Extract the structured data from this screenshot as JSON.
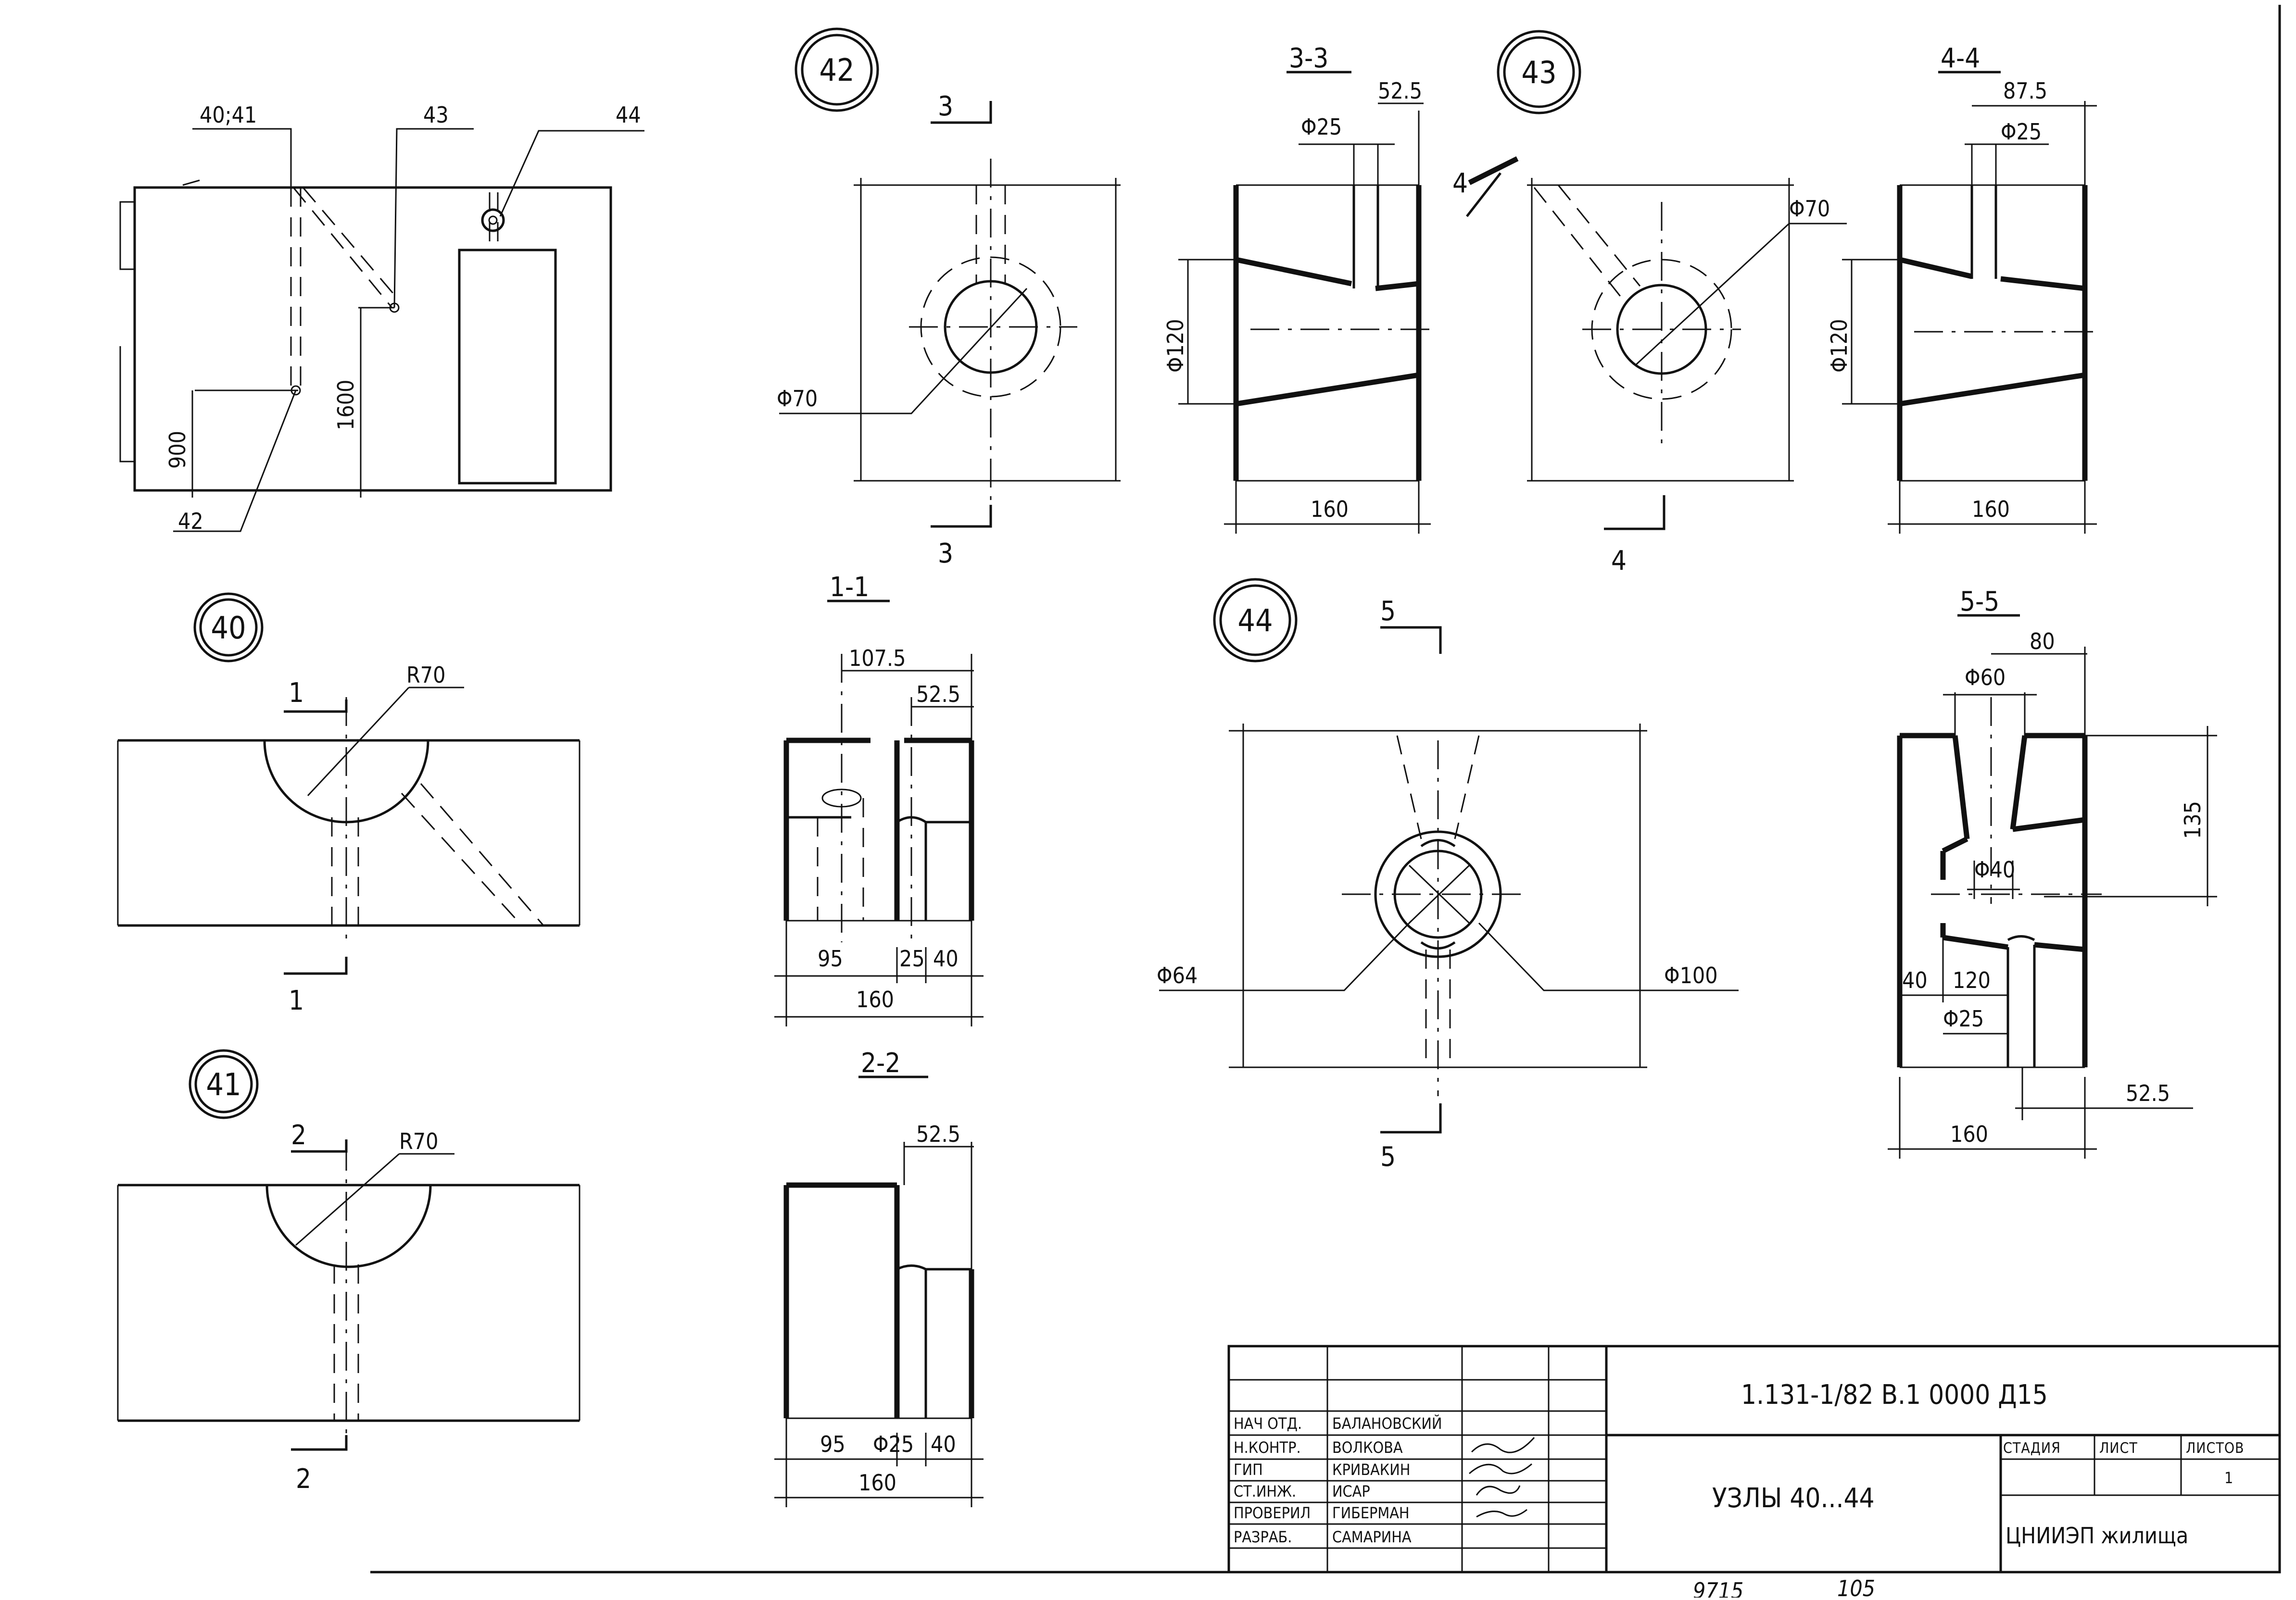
{
  "nodes": {
    "n40": "40",
    "n41": "41",
    "n42": "42",
    "n43": "43",
    "n44": "44"
  },
  "overview": {
    "leader_40_41": "40;41",
    "leader_43": "43",
    "leader_44": "44",
    "leader_42": "42",
    "dim_900": "900",
    "dim_1600": "1600"
  },
  "node40": {
    "section_mark": "1",
    "radius": "R70"
  },
  "node41": {
    "section_mark": "2",
    "radius": "R70"
  },
  "node42": {
    "section_mark": "3",
    "diameter": "Φ70"
  },
  "node43": {
    "section_mark": "4",
    "diameter": "Φ70"
  },
  "node44": {
    "section_mark": "5",
    "d_left": "Φ64",
    "d_right": "Φ100"
  },
  "sec11": {
    "title": "1-1",
    "d1": "107.5",
    "d2": "52.5",
    "b1": "95",
    "b2": "25",
    "b3": "40",
    "total": "160"
  },
  "sec22": {
    "title": "2-2",
    "d2": "52.5",
    "b1": "95",
    "b2": "Φ25",
    "b3": "40",
    "total": "160"
  },
  "sec33": {
    "title": "3-3",
    "d_top": "52.5",
    "d_hole": "Φ25",
    "d_side": "Φ120",
    "total": "160"
  },
  "sec44": {
    "title": "4-4",
    "d_top": "87.5",
    "d_hole": "Φ25",
    "d_side": "Φ120",
    "total": "160"
  },
  "sec55": {
    "title": "5-5",
    "d_top": "80",
    "d_60": "Φ60",
    "d_40": "Φ40",
    "d_135": "135",
    "d_40l": "40",
    "d_120": "120",
    "d_25": "Φ25",
    "d_525": "52.5",
    "total": "160"
  },
  "titleblock": {
    "doc_code": "1.131-1/82 В.1 0000 Д15",
    "title": "УЗЛЫ 40...44",
    "org": "ЦНИИЭП жилища",
    "stage_label": "СТАДИЯ",
    "sheet_label": "ЛИСТ",
    "sheets_label": "ЛИСТОВ",
    "sheets_value": "1",
    "roles": [
      {
        "role": "НАЧ ОТД.",
        "name": "БАЛАНОВСКИЙ"
      },
      {
        "role": "Н.КОНТР.",
        "name": "ВОЛКОВА"
      },
      {
        "role": "ГИП",
        "name": "КРИВАКИН"
      },
      {
        "role": "СТ.ИНЖ.",
        "name": "ИСАР"
      },
      {
        "role": "ПРОВЕРИЛ",
        "name": "ГИБЕРМАН"
      },
      {
        "role": "РАЗРАБ.",
        "name": "САМАРИНА"
      }
    ]
  },
  "footer": {
    "left": "9715",
    "right": "105"
  }
}
